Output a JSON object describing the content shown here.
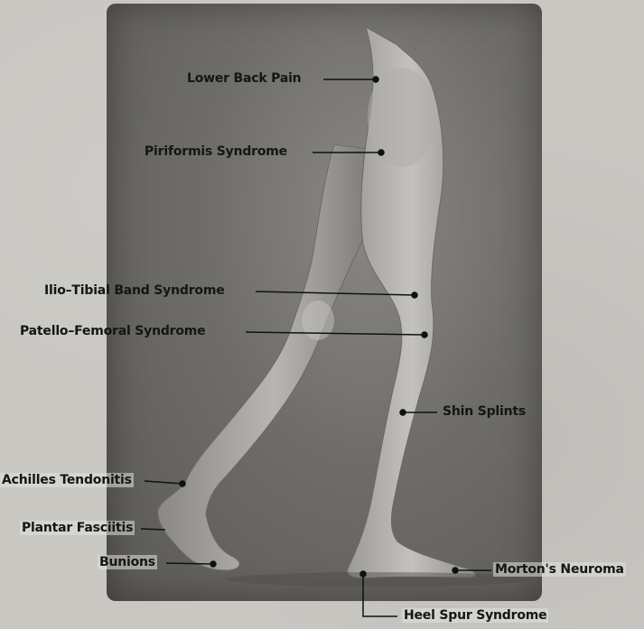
{
  "labels": {
    "lower_back_pain": "Lower Back Pain",
    "piriformis_syndrome": "Piriformis Syndrome",
    "ilio_tibial_band_syndrome": "Ilio–Tibial Band Syndrome",
    "patello_femoral_syndrome": "Patello–Femoral Syndrome",
    "shin_splints": "Shin Splints",
    "achilles_tendonitis": "Achilles Tendonitis",
    "plantar_fasciitis": "Plantar Fasciitis",
    "bunions": "Bunions",
    "mortons_neuroma": "Morton's Neuroma",
    "heel_spur_syndrome": "Heel Spur Syndrome"
  },
  "colors": {
    "background": "#c9c7c2",
    "photo": "#6f6d6a",
    "skin_light": "#b9b7b3",
    "skin_dark": "#8d8b87",
    "label_text": "#151515",
    "leader_line": "#111111"
  }
}
